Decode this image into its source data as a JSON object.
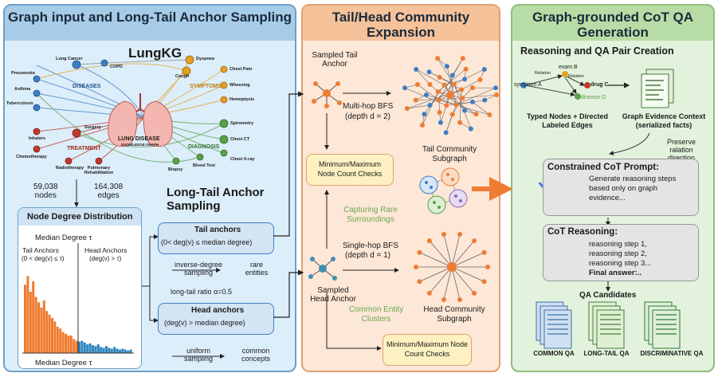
{
  "panel1": {
    "title": "Graph input and Long-Tail Anchor Sampling",
    "kg_title": "LungKG",
    "kg_center_line1": "LUNG DISEASE",
    "kg_center_line2": "KNOWLEDGE GRAPH",
    "categories": {
      "diseases": "DISEASES",
      "symptoms": "SYMPTOMS",
      "treatment": "TREATMENT",
      "diagnosis": "DIAGNOSIS"
    },
    "kg_nodes": [
      "Lung Cancer",
      "Pneumonia",
      "Asthma",
      "Tuberculosis",
      "COPD",
      "Cough",
      "Dyspnea",
      "Chest Pain",
      "Wheezing",
      "Hemoptysis",
      "Spirometry",
      "Chest CT",
      "Chest X-ray",
      "Blood Test",
      "Biopsy",
      "Inhalers",
      "Surgery",
      "Chemotherapy",
      "Radiotherapy",
      "Pulmonary Rehabilitation"
    ],
    "node_count_value": "59,038",
    "node_count_label": "nodes",
    "edge_count_value": "164,308",
    "edge_count_label": "edges",
    "sampling_title": "Long-Tail Anchor Sampling",
    "degree_dist": {
      "title": "Node Degree Distribution",
      "median_top": "Median Degree τ",
      "median_bottom": "Median Degree τ",
      "tail_label": "Tail Anchors",
      "tail_cond": "(0 < deg(v) ≤ τ)",
      "head_label": "Head Anchors",
      "head_cond": "(deg(v) > τ)",
      "bars": [
        0.78,
        0.88,
        0.7,
        0.82,
        0.64,
        0.58,
        0.52,
        0.6,
        0.48,
        0.44,
        0.4,
        0.36,
        0.3,
        0.28,
        0.24,
        0.22,
        0.2,
        0.2,
        0.16,
        0.14,
        0.13,
        0.14,
        0.12,
        0.1,
        0.11,
        0.09,
        0.08,
        0.1,
        0.07,
        0.06,
        0.08,
        0.06,
        0.05,
        0.07,
        0.05,
        0.04,
        0.05,
        0.04,
        0.03,
        0.04
      ]
    },
    "tail_box": {
      "title": "Tail anchors",
      "cond": "(0< deg(v) ≤ median degree)"
    },
    "inverse_sampling": "inverse-degree sampling",
    "rare_entities": "rare entities",
    "ratio": "long-tail ratio α=0.5",
    "head_box": {
      "title": "Head anchors",
      "cond": "(deg(v) > median degree)"
    },
    "uniform_sampling": "uniform sampling",
    "common_concepts": "common concepts"
  },
  "panel2": {
    "title": "Tail/Head Community Expansion",
    "sampled_tail": "Sampled Tail Anchor",
    "multihop": "Multi-hop BFS",
    "multihop_depth": "(depth d = 2)",
    "check_label": "Minimum/Maximum Node Count Checks",
    "tail_sub": "Tail Community Subgraph",
    "rare_surround": "Capturing Rare Surroundings",
    "singlehop": "Single-hop BFS",
    "singlehop_depth": "(depth d = 1)",
    "sampled_head": "Sampled Head Anchor",
    "common_clusters": "Common Entity Clusters",
    "head_sub": "Head Community Subgraph",
    "check_label2": "Minimum/Maximum Node Count Checks"
  },
  "panel3": {
    "title": "Graph-grounded CoT QA Generation",
    "subtitle": "Reasoning and QA Pair Creation",
    "mini": {
      "symptom": "symptom A",
      "relation1": "Relation",
      "exam": "exam B",
      "relation2": "Relation",
      "drug": "drug C",
      "disease": "disease D"
    },
    "typed_nodes": "Typed Nodes + Directed Labeled Edges",
    "evidence": "Graph Evidence Context (serialized facts)",
    "preserve": "Preserve ralation direction",
    "prompt_title": "Constrained CoT Prompt:",
    "prompt_body": "Generate reasoning steps based only on graph evidence...",
    "reasoning_title": "CoT Reasoning:",
    "steps": [
      "reasoning step 1,",
      "reasoning step 2,",
      "reasoning step 3..."
    ],
    "final": "Final answer:..",
    "candidates": "QA Candidates",
    "qa_types": [
      "COMMON QA",
      "LONG-TAIL QA",
      "DISCRIMINATIVE QA"
    ]
  },
  "colors": {
    "blue": "#3f7ec4",
    "orange": "#ee7c32",
    "green": "#6aa84f",
    "tail_bar": "#f07a2c",
    "head_bar": "#2f86bd"
  }
}
